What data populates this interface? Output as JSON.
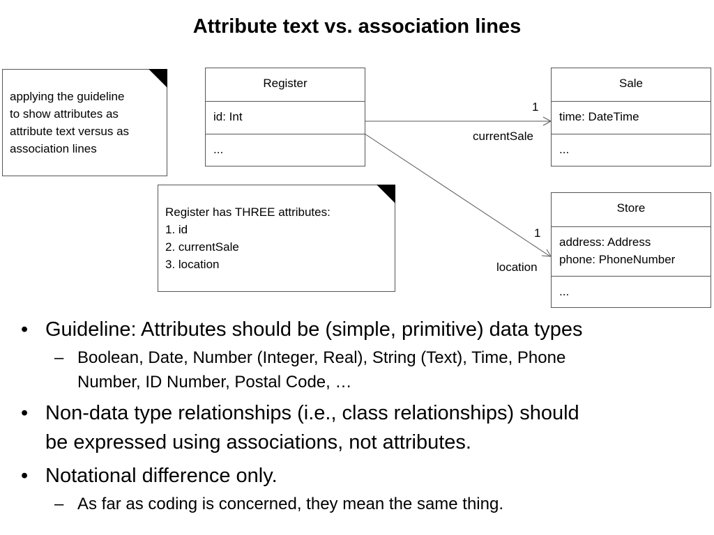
{
  "title": "Attribute text vs. association lines",
  "note_guideline": {
    "lines": [
      "applying the guideline",
      "to show attributes as",
      "attribute text versus as",
      "association lines"
    ]
  },
  "note_register": {
    "lines": [
      "Register has THREE attributes:",
      "1. id",
      "2. currentSale",
      "3. location"
    ]
  },
  "classes": {
    "register": {
      "name": "Register",
      "attributes": [
        "id: Int"
      ],
      "operations": "..."
    },
    "sale": {
      "name": "Sale",
      "attributes": [
        "time: DateTime"
      ],
      "operations": "..."
    },
    "store": {
      "name": "Store",
      "attributes": [
        "address: Address",
        "phone: PhoneNumber"
      ],
      "operations": "..."
    }
  },
  "associations": {
    "current_sale": {
      "multiplicity": "1",
      "role": "currentSale"
    },
    "location": {
      "multiplicity": "1",
      "role": "location"
    }
  },
  "bullets": [
    {
      "mark": "•",
      "text": "Guideline: Attributes should be (simple, primitive) data types"
    },
    {
      "mark": "–",
      "lines": [
        "Boolean, Date, Number (Integer, Real), String (Text), Time, Phone",
        "Number, ID Number, Postal Code, …"
      ]
    },
    {
      "mark": "•",
      "lines": [
        "Non-data type relationships (i.e., class relationships) should",
        "be expressed using associations, not attributes."
      ]
    },
    {
      "mark": "•",
      "text": "Notational difference only."
    },
    {
      "mark": "–",
      "text": "As far as coding is concerned, they mean the same thing."
    }
  ]
}
